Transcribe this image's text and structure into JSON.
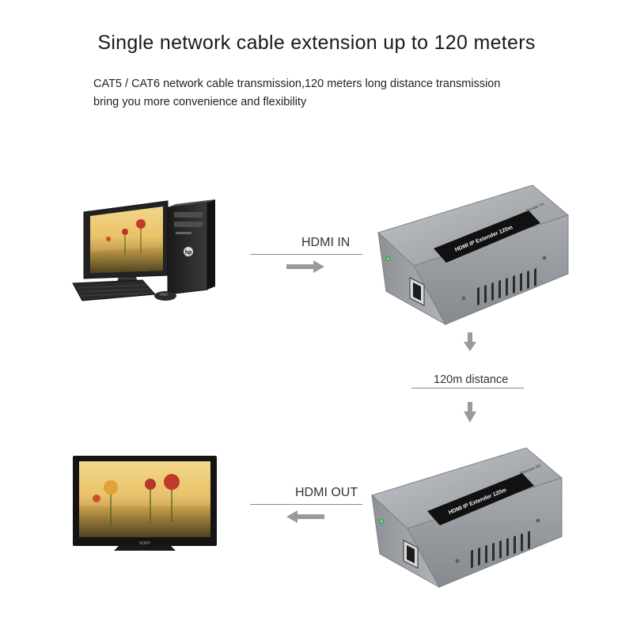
{
  "header": {
    "title": "Single network cable extension up to 120 meters",
    "desc_line1": "CAT5 / CAT6 network cable transmission,120 meters long distance transmission",
    "desc_line2": "bring you more convenience and flexibility"
  },
  "labels": {
    "hdmi_in": "HDMI IN",
    "distance": "120m distance",
    "hdmi_out": "HDMI OUT"
  },
  "devices": {
    "sender_name": "HDMI IP Extender 120m",
    "sender_tag": "Sender TX",
    "receiver_name": "HDMI IP Extender 120m",
    "receiver_tag": "Receiver RX",
    "monitor_brand": "hp",
    "tv_brand": "SONY"
  },
  "colors": {
    "device_body": "#9a9ea3",
    "label_plate": "#111111",
    "arrow": "#9a9a9a"
  }
}
